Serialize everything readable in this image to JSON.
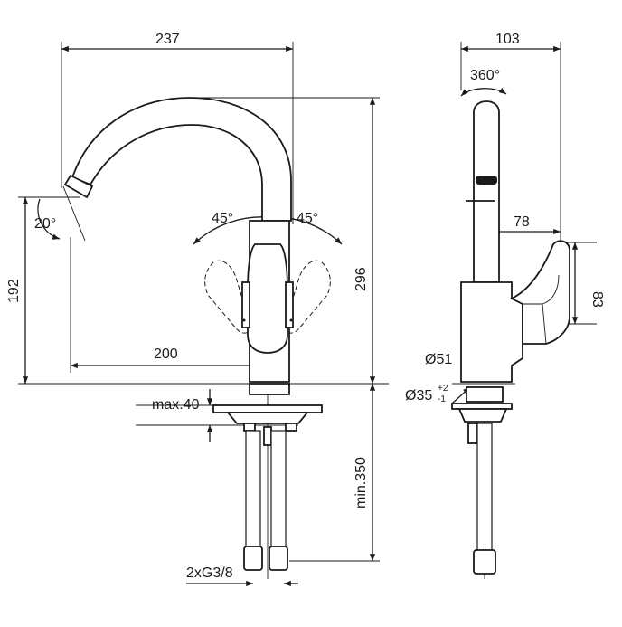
{
  "dimensions": {
    "width_total": "237",
    "depth_total": "103",
    "rotation": "360°",
    "spout_angle": "20°",
    "lever_left": "45°",
    "lever_right": "45°",
    "spout_height": "192",
    "spout_reach": "200",
    "total_height": "296",
    "lever_depth": "78",
    "lever_height": "83",
    "base_diameter": "Ø51",
    "hole_diameter": "Ø35",
    "hole_tol_plus": "+2",
    "hole_tol_minus": "-1",
    "max_thickness": "max.40",
    "hose_length": "min.350",
    "connection": "2xG3/8"
  }
}
